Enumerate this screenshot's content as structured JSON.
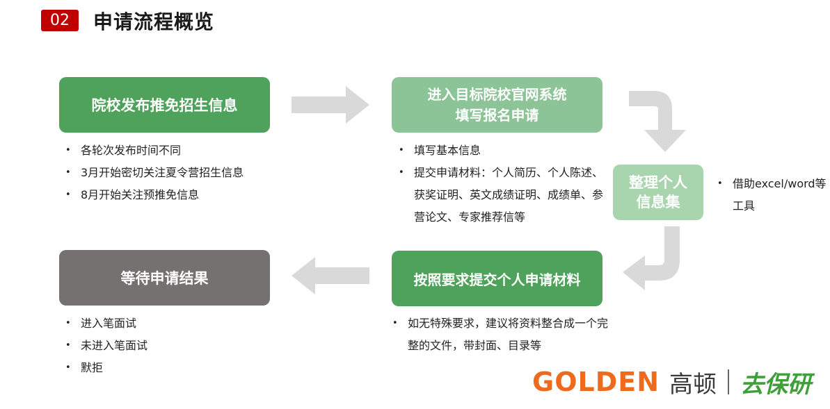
{
  "header": {
    "number": "02",
    "title": "申请流程概览"
  },
  "steps": {
    "s1": {
      "label": "院校发布推免招生信息",
      "bullets": [
        "各轮次发布时间不同",
        "3月开始密切关注夏令营招生信息",
        "8月开始关注预推免信息"
      ]
    },
    "s2": {
      "line1": "进入目标院校官网系统",
      "line2": "填写报名申请",
      "bullets": [
        "填写基本信息",
        "提交申请材料：个人简历、个人陈述、获奖证明、英文成绩证明、成绩单、参营论文、专家推荐信等"
      ]
    },
    "s3": {
      "line1": "整理个人",
      "line2": "信息集",
      "bullets": [
        "借助excel/word等工具"
      ]
    },
    "s4": {
      "label": "按照要求提交个人申请材料",
      "bullets": [
        "如无特殊要求，建议将资料整合成一个完整的文件，带封面、目录等"
      ]
    },
    "s5": {
      "label": "等待申请结果",
      "bullets": [
        "进入笔面试",
        "未进入笔面试",
        "默拒"
      ]
    }
  },
  "logo": {
    "golden": "GOLDEN",
    "gaodun": "高顿",
    "qubaoyan": "去保研"
  },
  "colors": {
    "badge": "#c00000",
    "green_dark": "#4ea25b",
    "green_mid": "#8cc397",
    "green_light": "#a9d5ae",
    "grey": "#767171",
    "arrow": "#d9d9d9",
    "brand_orange": "#ee6a1c",
    "brand_green": "#3f9f3b"
  }
}
